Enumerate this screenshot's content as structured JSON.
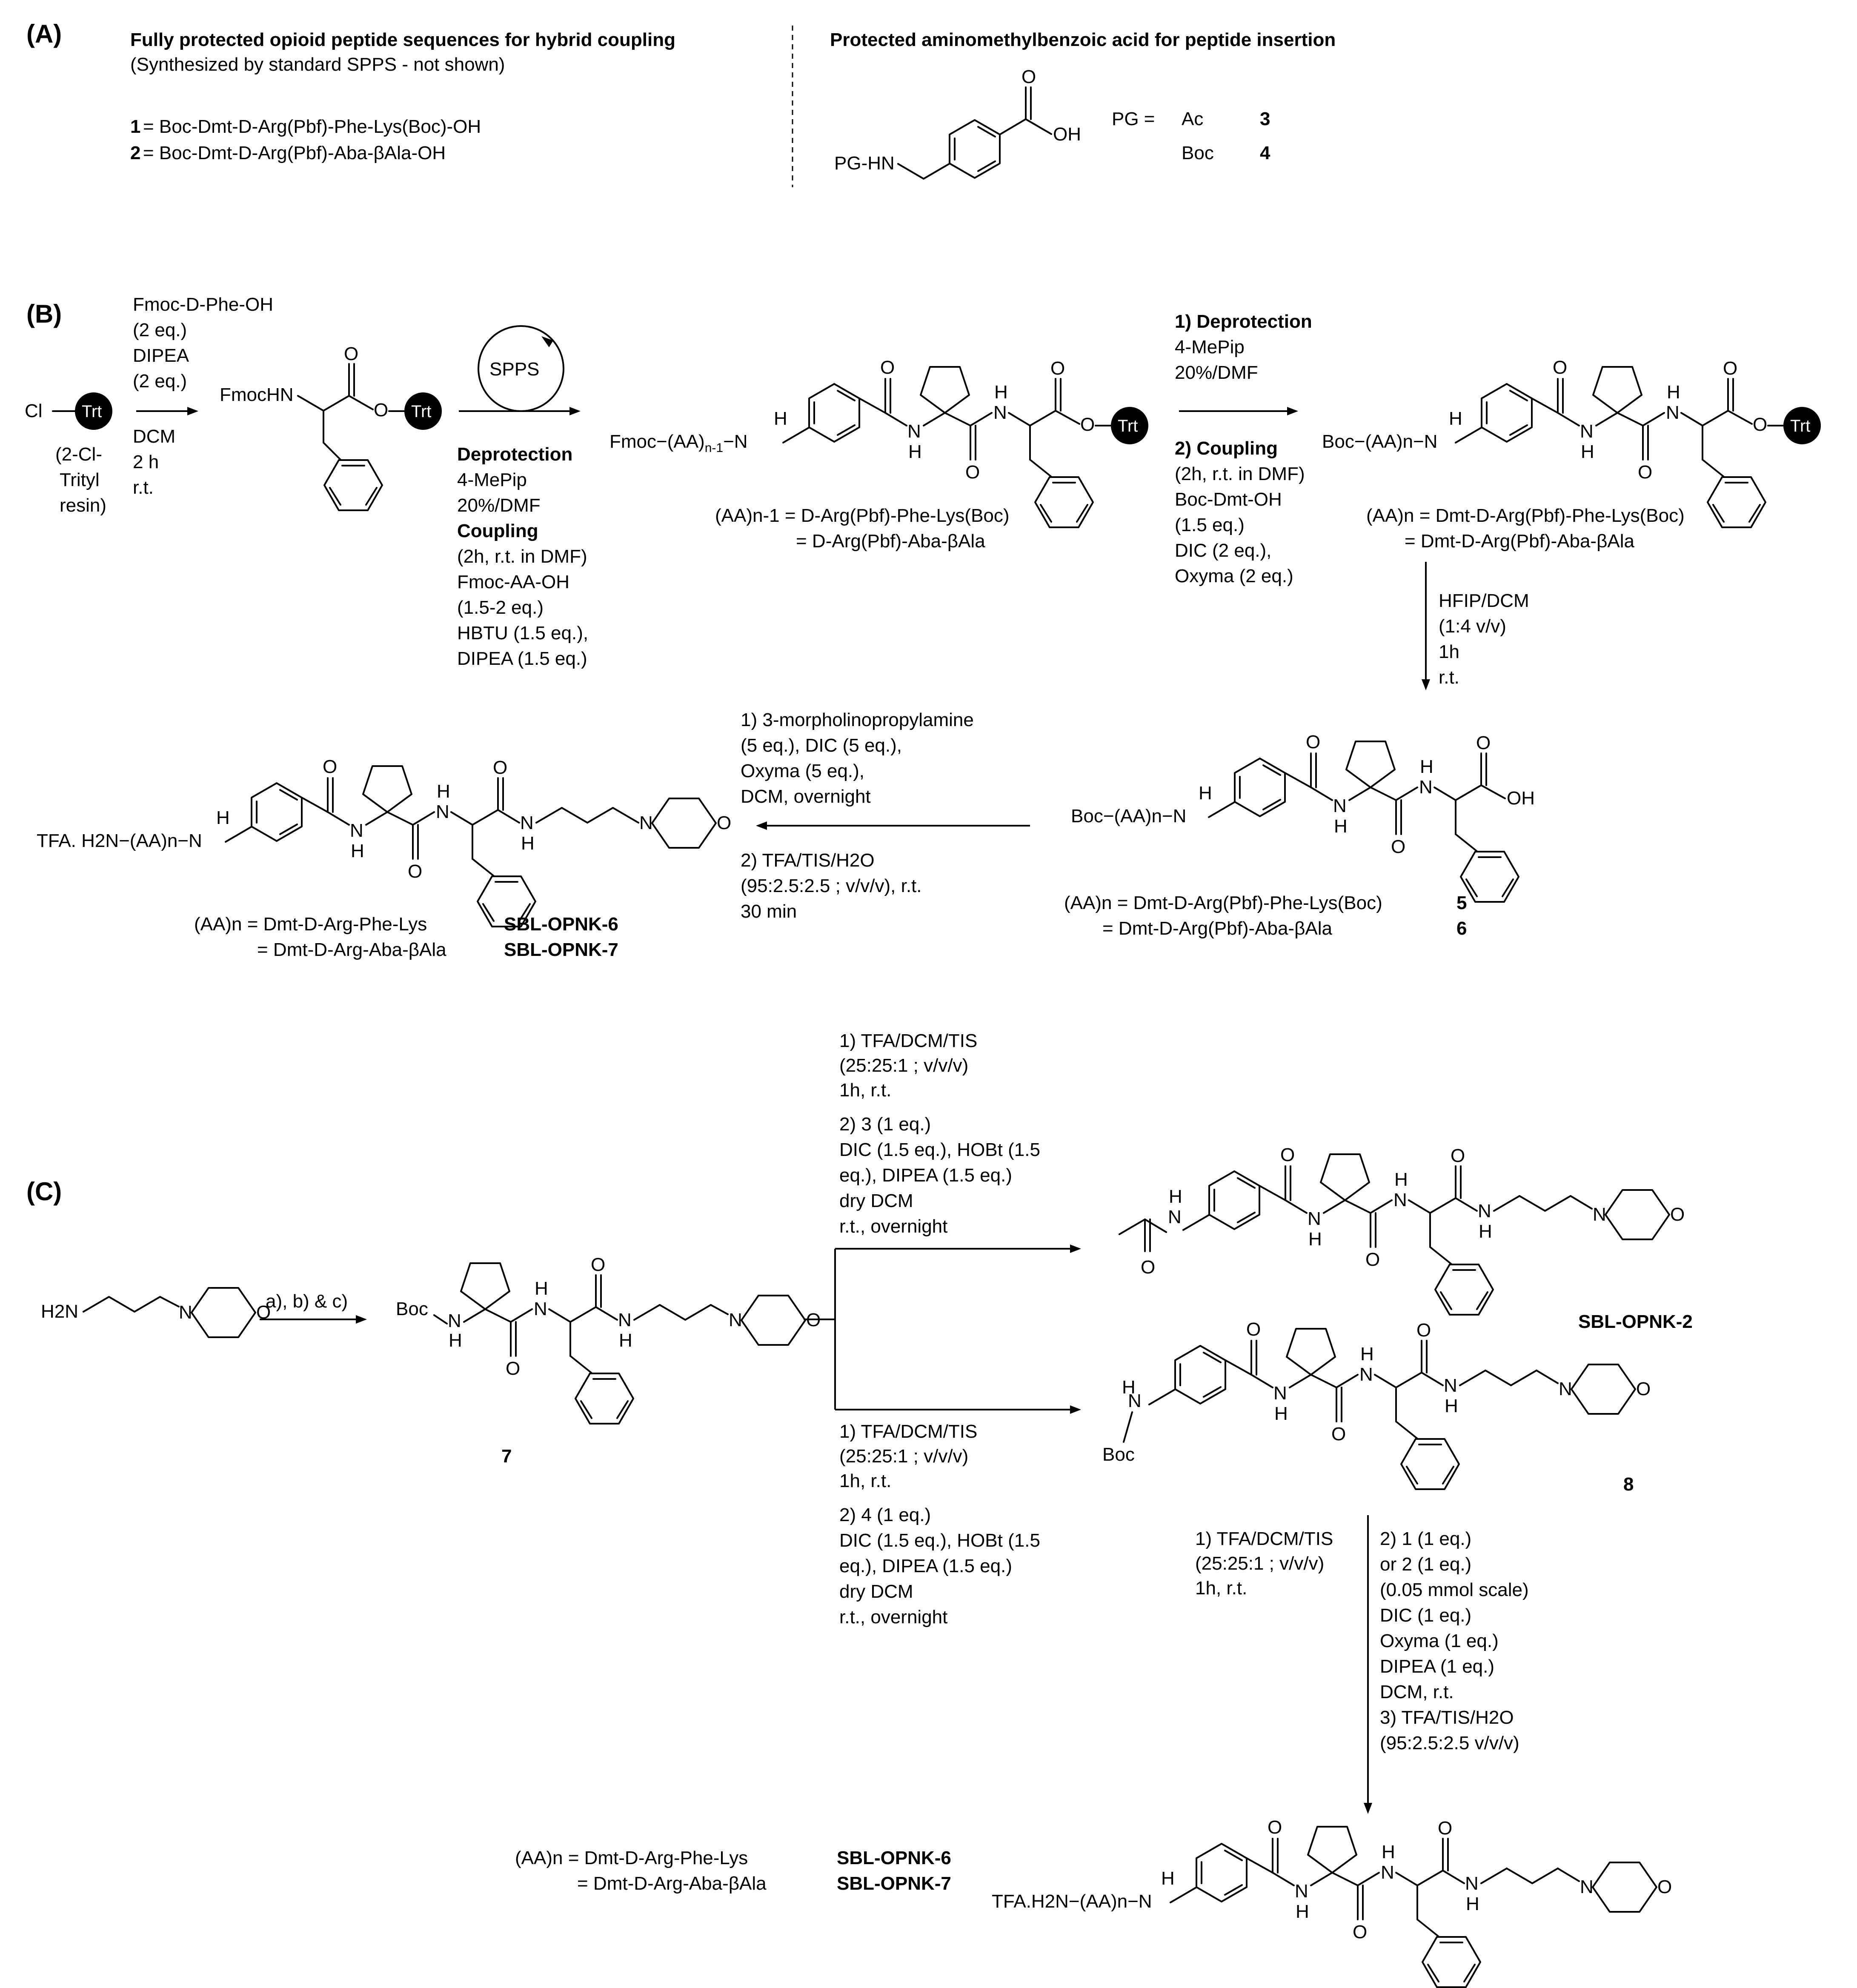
{
  "panels": {
    "A": {
      "label": "(A)",
      "left_title": "Fully protected opioid peptide sequences for hybrid coupling",
      "left_subtitle": "(Synthesized by standard SPPS - not shown)",
      "seq1_num": "1",
      "seq1_text": "= Boc-Dmt-D-Arg(Pbf)-Phe-Lys(Boc)-OH",
      "seq2_num": "2",
      "seq2_text": "= Boc-Dmt-D-Arg(Pbf)-Aba-βAla-OH",
      "right_title": "Protected aminomethylbenzoic acid for peptide insertion",
      "pg_label": "PG-HN",
      "oh_label": "OH",
      "o_label": "O",
      "pg_eq": "PG =",
      "pg_ac": "Ac",
      "pg_ac_num": "3",
      "pg_boc": "Boc",
      "pg_boc_num": "4"
    },
    "B": {
      "label": "(B)",
      "resin_left": "Cl",
      "resin_trt": "Trt",
      "resin_name": [
        "(2-Cl-",
        "Trityl",
        "resin)"
      ],
      "step1_above": [
        "Fmoc-D-Phe-OH",
        "(2 eq.)",
        "DIPEA",
        "(2 eq.)"
      ],
      "step1_below": [
        "DCM",
        "2 h",
        "r.t."
      ],
      "fmochn": "FmocHN",
      "spps": "SPPS",
      "step2_deprot_title": "Deprotection",
      "step2_deprot": [
        "4-MePip",
        "20%/DMF"
      ],
      "step2_coupling_title": "Coupling",
      "step2_coupling": [
        "(2h, r.t. in DMF)",
        "Fmoc-AA-OH",
        "(1.5-2 eq.)",
        "HBTU (1.5 eq.),",
        "DIPEA (1.5 eq.)"
      ],
      "int1_prefix": "Fmoc−(AA)",
      "int1_sub": "n-1",
      "int1_nh": "−N",
      "int1_h": "H",
      "int1_def1": "(AA)n-1 = D-Arg(Pbf)-Phe-Lys(Boc)",
      "int1_def2": "= D-Arg(Pbf)-Aba-βAla",
      "step3_title1": "1) Deprotection",
      "step3_deprot": [
        "4-MePip",
        "20%/DMF"
      ],
      "step3_title2": "2) Coupling",
      "step3_coupling": [
        "(2h, r.t. in DMF)",
        "Boc-Dmt-OH",
        "(1.5 eq.)",
        "DIC (2 eq.),",
        "Oxyma (2 eq.)"
      ],
      "int2_prefix": "Boc−(AA)n−N",
      "int2_def1": "(AA)n = Dmt-D-Arg(Pbf)-Phe-Lys(Boc)",
      "int2_def2": "= Dmt-D-Arg(Pbf)-Aba-βAla",
      "step4": [
        "HFIP/DCM",
        "(1:4 v/v)",
        "1h",
        "r.t."
      ],
      "acid_prefix": "Boc−(AA)n−N",
      "acid_def1": "(AA)n = Dmt-D-Arg(Pbf)-Phe-Lys(Boc)",
      "acid_num1": "5",
      "acid_def2": "= Dmt-D-Arg(Pbf)-Aba-βAla",
      "acid_num2": "6",
      "step5_above": [
        "1) 3-morpholinopropylamine",
        "(5 eq.), DIC (5 eq.),",
        "Oxyma (5 eq.),",
        "DCM, overnight"
      ],
      "step5_below": [
        "2) TFA/TIS/H2O",
        "(95:2.5:2.5 ; v/v/v), r.t.",
        "30 min"
      ],
      "final_prefix": "TFA. H2N−(AA)n−N",
      "final_def1": "(AA)n = Dmt-D-Arg-Phe-Lys",
      "final_name1": "SBL-OPNK-6",
      "final_def2": "= Dmt-D-Arg-Aba-βAla",
      "final_name2": "SBL-OPNK-7"
    },
    "C": {
      "label": "(C)",
      "amine_label": "H2N",
      "step_abc": "a), b) & c)",
      "boc_label": "Boc",
      "cmpd7": "7",
      "upper_conditions": [
        "1) TFA/DCM/TIS",
        "(25:25:1 ; v/v/v)",
        "1h, r.t.",
        "2) 3 (1 eq.)",
        "DIC (1.5 eq.), HOBt (1.5",
        "eq.), DIPEA (1.5 eq.)",
        "dry DCM",
        "r.t., overnight"
      ],
      "lower_conditions": [
        "1) TFA/DCM/TIS",
        "(25:25:1 ; v/v/v)",
        "1h, r.t.",
        "2) 4 (1 eq.)",
        "DIC (1.5 eq.), HOBt (1.5",
        "eq.), DIPEA (1.5 eq.)",
        "dry DCM",
        "r.t., overnight"
      ],
      "product2_name": "SBL-OPNK-2",
      "cmpd8": "8",
      "cmpd8_boc": "Boc",
      "down_left": [
        "1) TFA/DCM/TIS",
        "(25:25:1 ; v/v/v)",
        "1h, r.t."
      ],
      "down_right": [
        "2) 1 (1 eq.)",
        "or 2 (1 eq.)",
        "(0.05 mmol scale)",
        "DIC (1 eq.)",
        "Oxyma (1 eq.)",
        "DIPEA (1 eq.)",
        "DCM, r.t.",
        "3) TFA/TIS/H2O",
        "(95:2.5:2.5 v/v/v)"
      ],
      "final_prefix": "TFA.H2N−(AA)n−N",
      "final_def1": "(AA)n = Dmt-D-Arg-Phe-Lys",
      "final_name1": "SBL-OPNK-6",
      "final_def2": "= Dmt-D-Arg-Aba-βAla",
      "final_name2": "SBL-OPNK-7"
    }
  }
}
